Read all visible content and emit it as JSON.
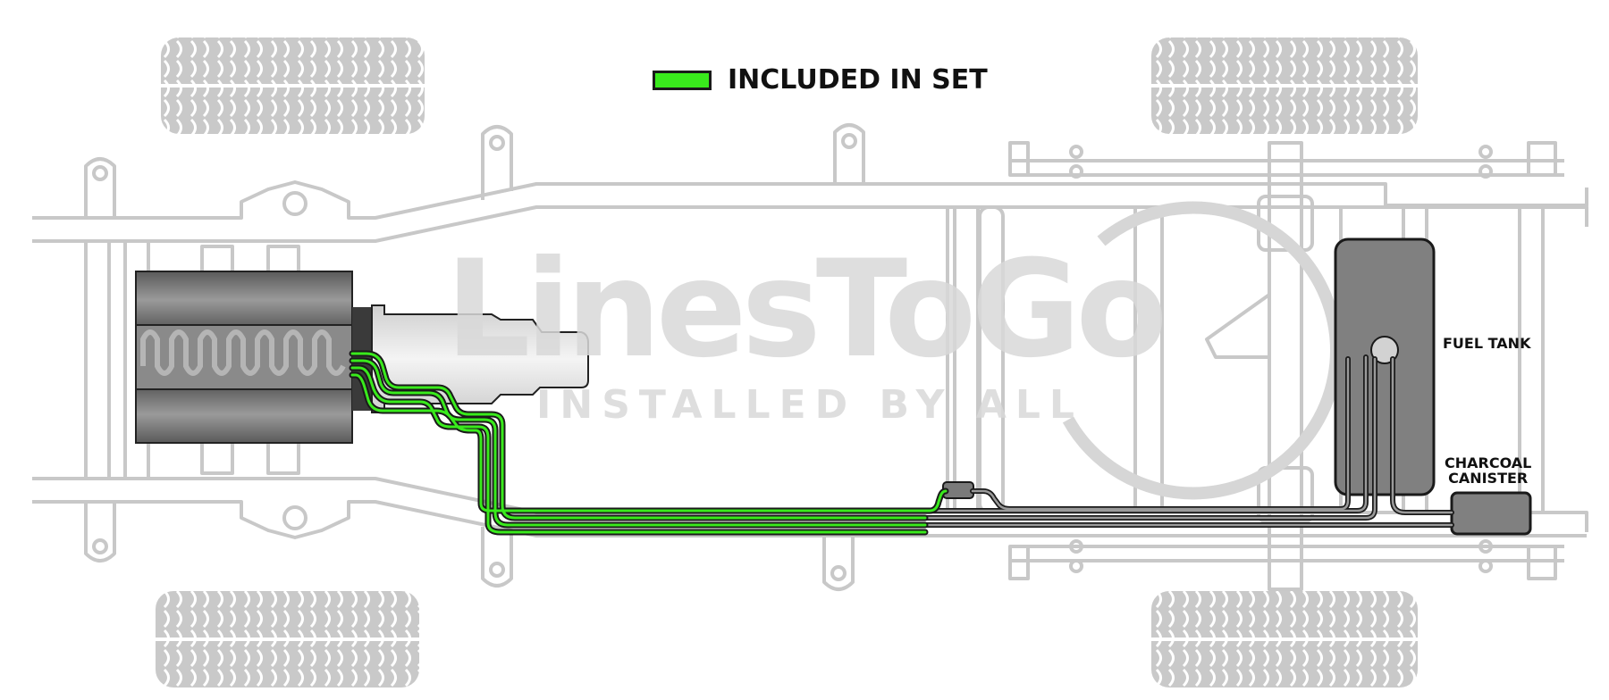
{
  "legend": {
    "label": "INCLUDED IN SET",
    "swatch_color": "#39ea1c"
  },
  "labels": {
    "fuel_tank": "FUEL TANK",
    "charcoal_canister_line1": "CHARCOAL",
    "charcoal_canister_line2": "CANISTER"
  },
  "watermark": {
    "title": "LinesToGo",
    "subtitle": "INSTALLED BY ALL"
  },
  "colors": {
    "included_line": "#39ea1c",
    "existing_line": "#4a4a4a",
    "frame_outline": "#c8c8c8",
    "component_fill": "#808080"
  }
}
